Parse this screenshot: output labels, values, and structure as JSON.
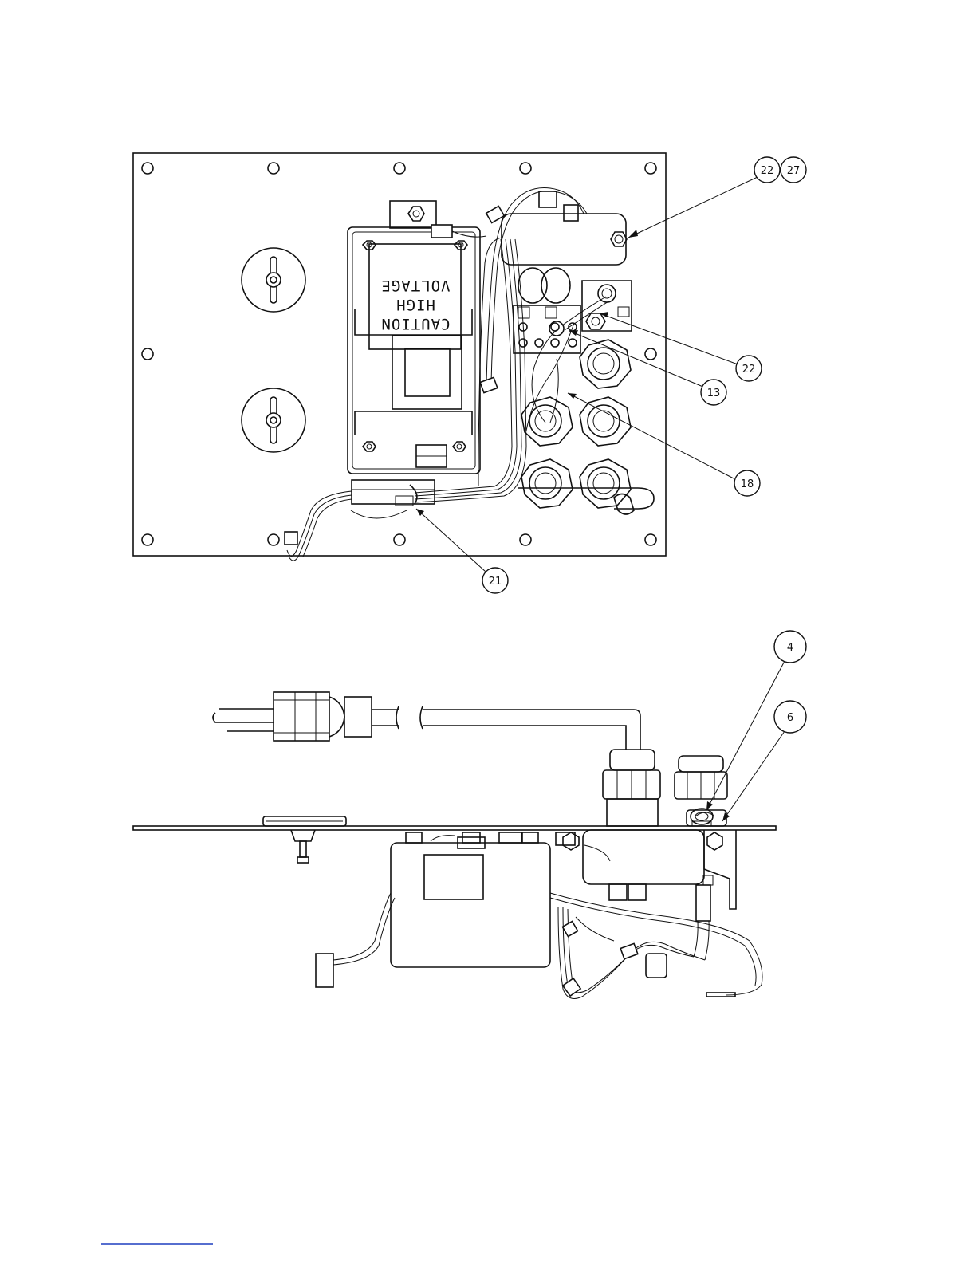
{
  "caution_label": {
    "line1": "CAUTION",
    "line2": "HIGH",
    "line3": "VOLTAGE"
  },
  "callouts": {
    "c22": "22",
    "c27": "27",
    "c22b": "22",
    "c13": "13",
    "c18": "18",
    "c21": "21",
    "c4": "4",
    "c6": "6"
  },
  "colors": {
    "line": "#111111",
    "background": "#ffffff",
    "footnote_rule": "#1f3fbf"
  }
}
